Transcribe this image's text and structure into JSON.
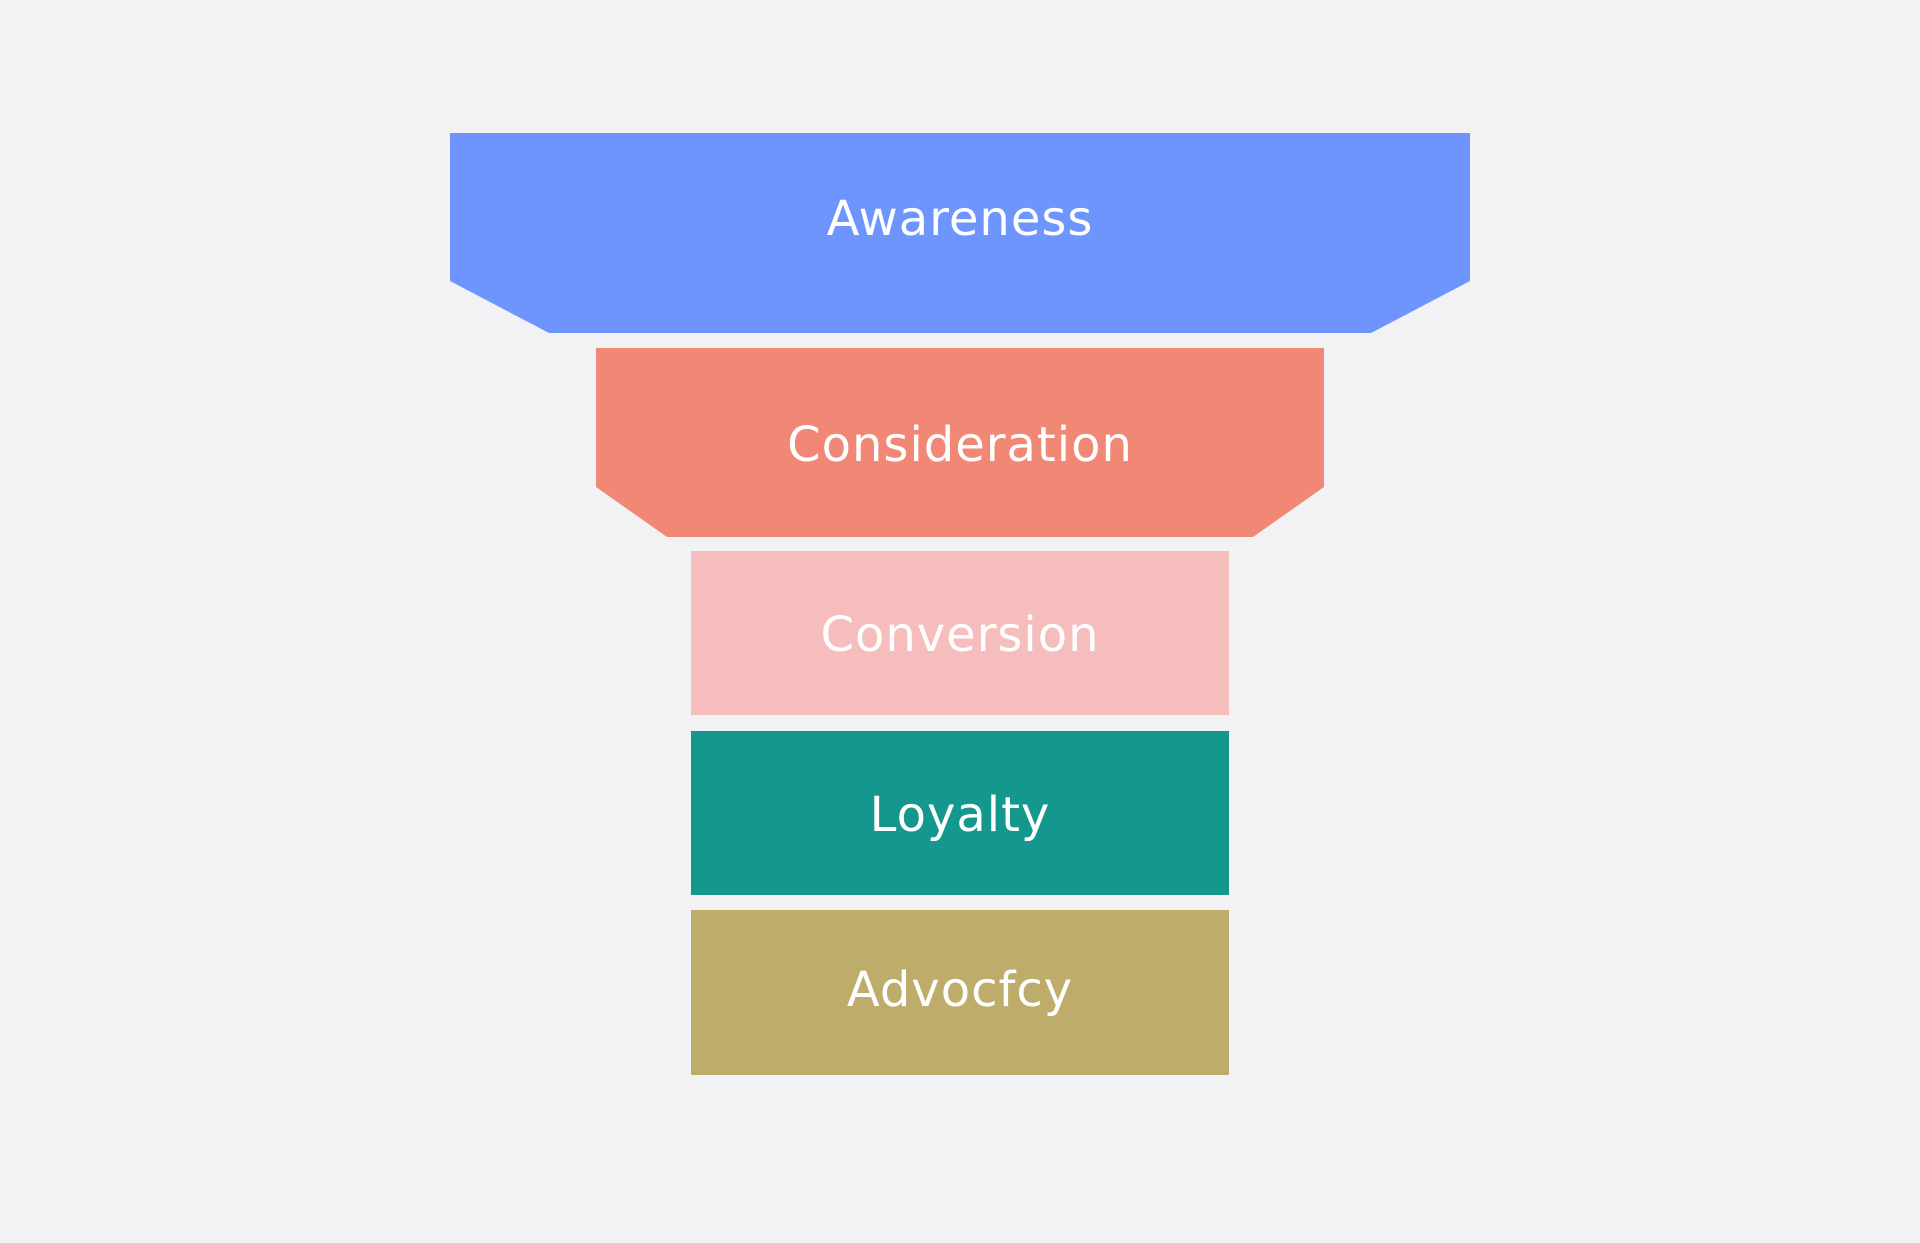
{
  "stages": [
    {
      "id": "awareness",
      "label": "Awareness",
      "color": "#6e95fd"
    },
    {
      "id": "consideration",
      "label": "Consideration",
      "color": "#f18876"
    },
    {
      "id": "conversion",
      "label": "Conversion",
      "color": "#f6bdbd"
    },
    {
      "id": "loyalty",
      "label": "Loyalty",
      "color": "#14988d"
    },
    {
      "id": "advocacy",
      "label": "Advocfcy",
      "color": "#bdac6a"
    }
  ]
}
